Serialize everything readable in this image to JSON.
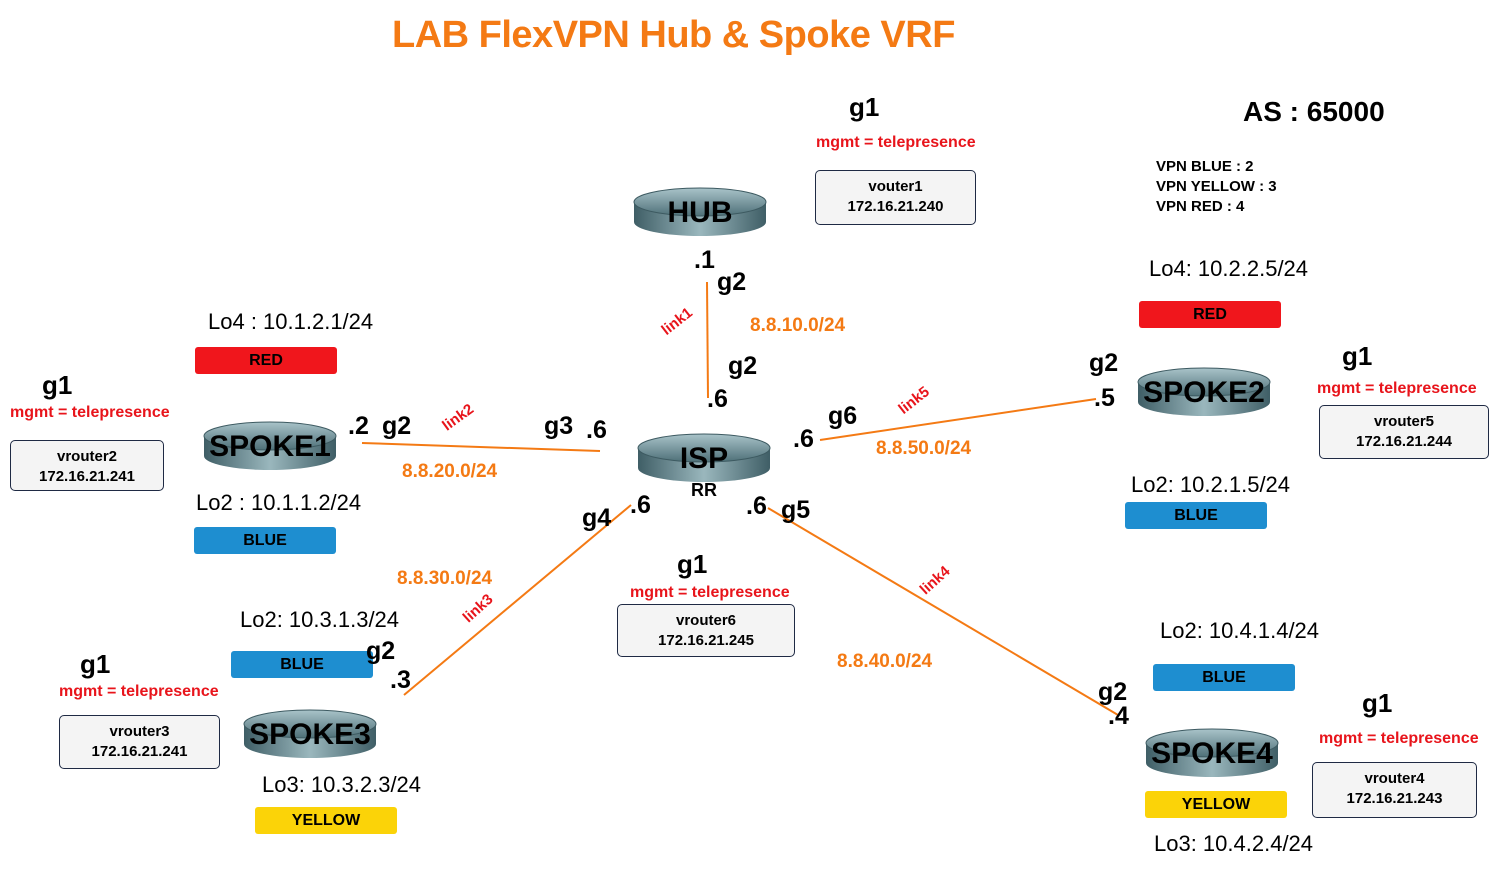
{
  "title": "LAB FlexVPN Hub & Spoke VRF",
  "as_label": "AS : 65000",
  "vpn_list": [
    "VPN BLUE : 2",
    "VPN YELLOW : 3",
    "VPN RED : 4"
  ],
  "colors": {
    "title": "#f47a14",
    "network": "#f47a14",
    "link_label": "#e8141b",
    "mgmt": "#e8141b",
    "red": "#f0161c",
    "blue": "#1e8ed0",
    "yellow": "#fbd308",
    "line": "#f47a14"
  },
  "routers": {
    "hub": {
      "name": "HUB",
      "icon": "router-icon"
    },
    "isp": {
      "name": "ISP",
      "sub": "RR",
      "icon": "router-icon"
    },
    "spoke1": {
      "name": "SPOKE1",
      "icon": "router-icon"
    },
    "spoke2": {
      "name": "SPOKE2",
      "icon": "router-icon"
    },
    "spoke3": {
      "name": "SPOKE3",
      "icon": "router-icon"
    },
    "spoke4": {
      "name": "SPOKE4",
      "icon": "router-icon"
    }
  },
  "mgmt": {
    "hub": {
      "iface": "g1",
      "label": "mgmt = telepresence",
      "vm": "vouter1",
      "ip": "172.16.21.240"
    },
    "spoke1": {
      "iface": "g1",
      "label": "mgmt = telepresence",
      "vm": "vrouter2",
      "ip": "172.16.21.241"
    },
    "spoke2": {
      "iface": "g1",
      "label": "mgmt = telepresence",
      "vm": "vrouter5",
      "ip": "172.16.21.244"
    },
    "spoke3": {
      "iface": "g1",
      "label": "mgmt = telepresence",
      "vm": "vrouter3",
      "ip": "172.16.21.241"
    },
    "spoke4": {
      "iface": "g1",
      "label": "mgmt = telepresence",
      "vm": "vrouter4",
      "ip": "172.16.21.243"
    },
    "isp": {
      "iface": "g1",
      "label": "mgmt = telepresence",
      "vm": "vrouter6",
      "ip": "172.16.21.245"
    }
  },
  "loopbacks": {
    "spoke1": [
      {
        "label": "Lo4 : 10.1.2.1/24",
        "vrf": "RED"
      },
      {
        "label": "Lo2 : 10.1.1.2/24",
        "vrf": "BLUE"
      }
    ],
    "spoke2": [
      {
        "label": "Lo4: 10.2.2.5/24",
        "vrf": "RED"
      },
      {
        "label": "Lo2: 10.2.1.5/24",
        "vrf": "BLUE"
      }
    ],
    "spoke3": [
      {
        "label": "Lo2: 10.3.1.3/24",
        "vrf": "BLUE"
      },
      {
        "label": "Lo3: 10.3.2.3/24",
        "vrf": "YELLOW"
      }
    ],
    "spoke4": [
      {
        "label": "Lo2: 10.4.1.4/24",
        "vrf": "BLUE"
      },
      {
        "label": "Lo3: 10.4.2.4/24",
        "vrf": "YELLOW"
      }
    ]
  },
  "links": {
    "link1": {
      "name": "link1",
      "network": "8.8.10.0/24",
      "a_iface": "g2",
      "a_addr": ".1",
      "b_iface": "g2",
      "b_addr": ".6"
    },
    "link2": {
      "name": "link2",
      "network": "8.8.20.0/24",
      "a_iface": "g2",
      "a_addr": ".2",
      "b_iface": "g3",
      "b_addr": ".6"
    },
    "link3": {
      "name": "link3",
      "network": "8.8.30.0/24",
      "a_iface": "g2",
      "a_addr": ".3",
      "b_iface": "g4",
      "b_addr": ".6"
    },
    "link4": {
      "name": "link4",
      "network": "8.8.40.0/24",
      "a_iface": "g2",
      "a_addr": ".4",
      "b_iface": "g5",
      "b_addr": ".6"
    },
    "link5": {
      "name": "link5",
      "network": "8.8.50.0/24",
      "a_iface": "g2",
      "a_addr": ".5",
      "b_iface": "g6",
      "b_addr": ".6"
    }
  }
}
